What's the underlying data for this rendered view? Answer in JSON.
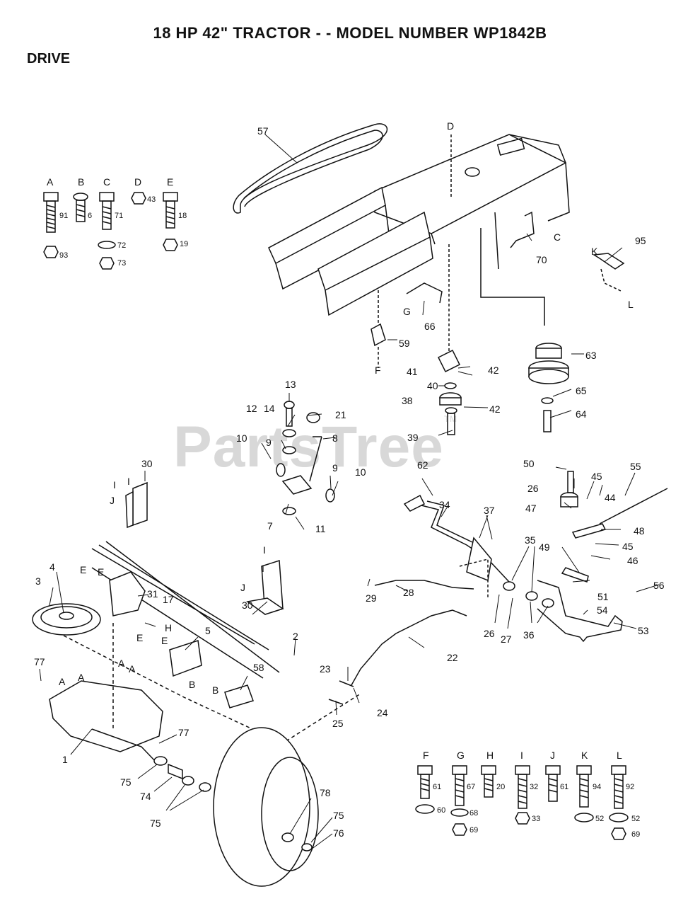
{
  "header": {
    "title": "18 HP 42\" TRACTOR - - MODEL NUMBER WP1842B",
    "section": "DRIVE"
  },
  "watermark": {
    "text": "PartsTree",
    "mark": "TM"
  },
  "hardware_top": [
    {
      "letter": "A",
      "parts": [
        "91",
        "93"
      ]
    },
    {
      "letter": "B",
      "parts": [
        "6"
      ]
    },
    {
      "letter": "C",
      "parts": [
        "71",
        "72",
        "73"
      ]
    },
    {
      "letter": "D",
      "parts": [
        "43"
      ]
    },
    {
      "letter": "E",
      "parts": [
        "18",
        "19"
      ]
    }
  ],
  "hardware_bottom": [
    {
      "letter": "F",
      "parts": [
        "61",
        "60",
        "69"
      ]
    },
    {
      "letter": "G",
      "parts": [
        "67",
        "68"
      ]
    },
    {
      "letter": "H",
      "parts": [
        "20"
      ]
    },
    {
      "letter": "I",
      "parts": [
        "32",
        "33"
      ]
    },
    {
      "letter": "J",
      "parts": [
        "61"
      ]
    },
    {
      "letter": "K",
      "parts": [
        "94",
        "52"
      ]
    },
    {
      "letter": "L",
      "parts": [
        "92",
        "52",
        "69"
      ]
    }
  ],
  "callouts": {
    "c57": "57",
    "c70": "70",
    "c95": "95",
    "c66": "66",
    "c59": "59",
    "c63": "63",
    "c41": "41",
    "c42a": "42",
    "c40": "40",
    "c38": "38",
    "c42b": "42",
    "c65": "65",
    "c64": "64",
    "c39": "39",
    "c13": "13",
    "c12": "12",
    "c14": "14",
    "c21": "21",
    "c8": "8",
    "c10a": "10",
    "c9a": "9",
    "c9b": "9",
    "c10b": "10",
    "c7": "7",
    "c11": "11",
    "c30a": "30",
    "c62": "62",
    "c34": "34",
    "c37": "37",
    "c50": "50",
    "c45a": "45",
    "c55": "55",
    "c26a": "26",
    "c44": "44",
    "c47": "47",
    "c48": "48",
    "c49": "49",
    "c45b": "45",
    "c46": "46",
    "c35": "35",
    "c51": "51",
    "c56": "56",
    "c29": "29",
    "c28": "28",
    "c26b": "26",
    "c27": "27",
    "c36": "36",
    "c54": "54",
    "c53": "53",
    "c4": "4",
    "c3": "3",
    "c31": "31",
    "c17": "17",
    "c30b": "30",
    "c5": "5",
    "c2": "2",
    "c22": "22",
    "c77a": "77",
    "c58": "58",
    "c23": "23",
    "c24": "24",
    "c25": "25",
    "c1": "1",
    "c77b": "77",
    "c75a": "75",
    "c74": "74",
    "c75b": "75",
    "c78": "78",
    "c75c": "75",
    "c76": "76"
  },
  "refs": {
    "D": "D",
    "C": "C",
    "K": "K",
    "L": "L",
    "G": "G",
    "F": "F",
    "I": "I",
    "J": "J",
    "E": "E",
    "H": "H",
    "A": "A",
    "B": "B"
  }
}
